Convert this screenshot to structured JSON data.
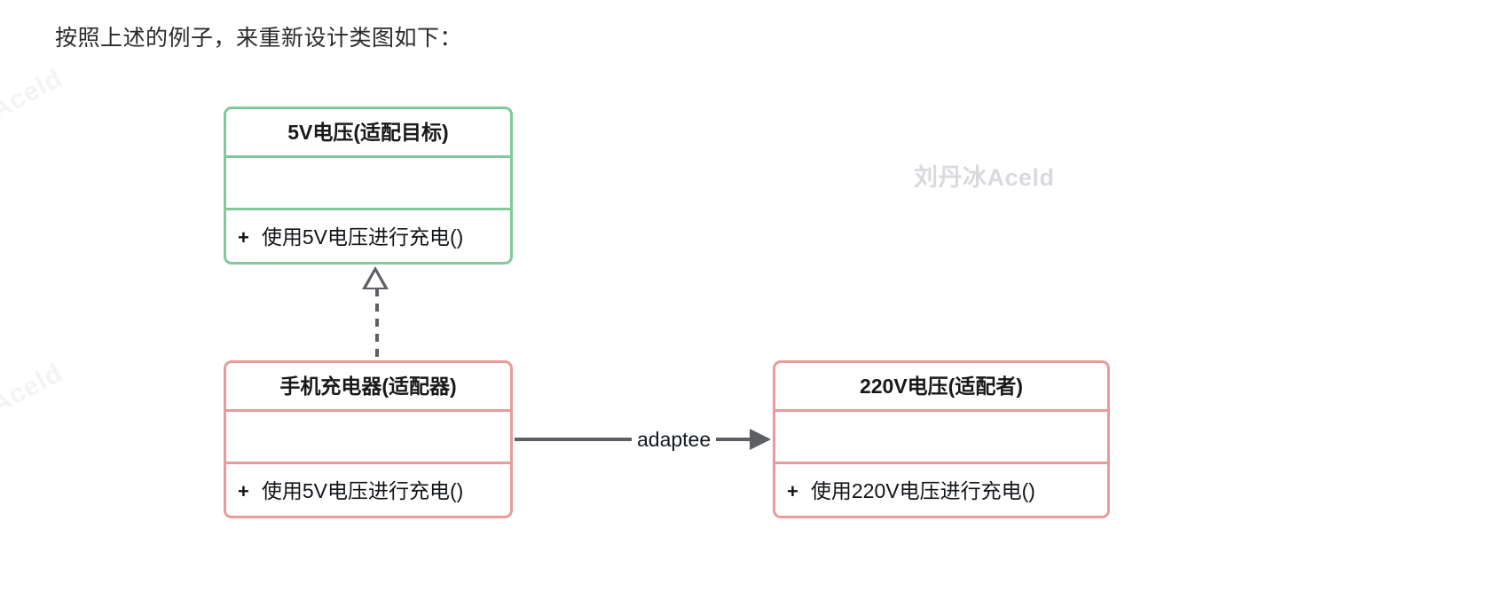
{
  "page": {
    "heading": "按照上述的例子，来重新设计类图如下：",
    "background_color": "#ffffff"
  },
  "watermarks": {
    "center": "刘丹冰Aceld",
    "edge_top": "Aceld",
    "edge_bottom": "Aceld",
    "center_color": "#d8dade",
    "edge_color": "#f4f4f5"
  },
  "diagram": {
    "type": "uml-class-diagram",
    "colors": {
      "target_border": "#82c99a",
      "adapter_border": "#e99a9a",
      "adaptee_border": "#e99a9a",
      "connector": "#5c5f63"
    },
    "classes": [
      {
        "id": "target",
        "name": "5V电压(适配目标)",
        "theme": "green",
        "attributes": [],
        "methods": [
          {
            "visibility": "+",
            "signature": "使用5V电压进行充电()"
          }
        ]
      },
      {
        "id": "adapter",
        "name": "手机充电器(适配器)",
        "theme": "red",
        "attributes": [],
        "methods": [
          {
            "visibility": "+",
            "signature": "使用5V电压进行充电()"
          }
        ]
      },
      {
        "id": "adaptee",
        "name": "220V电压(适配者)",
        "theme": "red",
        "attributes": [],
        "methods": [
          {
            "visibility": "+",
            "signature": "使用220V电压进行充电()"
          }
        ]
      }
    ],
    "relations": [
      {
        "id": "realization",
        "kind": "realization",
        "from": "adapter",
        "to": "target",
        "line_style": "dashed",
        "arrow_head": "hollow-triangle",
        "label": ""
      },
      {
        "id": "association",
        "kind": "association",
        "from": "adapter",
        "to": "adaptee",
        "line_style": "solid",
        "arrow_head": "filled-arrow",
        "label": "adaptee"
      }
    ]
  }
}
